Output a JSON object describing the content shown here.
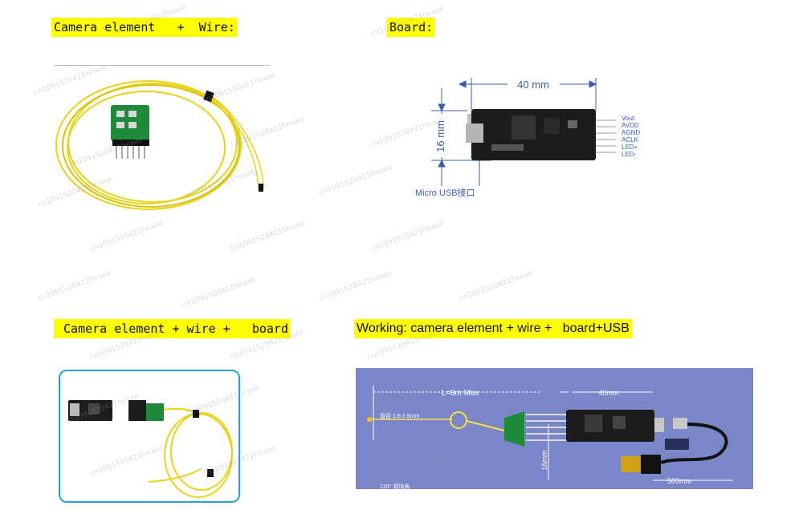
{
  "labels": {
    "camera_wire": "Camera element   +  Wire:",
    "board": "Board:",
    "camera_wire_board": " Camera element + wire +   board",
    "working": "Working: camera element + wire +   board+USB"
  },
  "board_photo": {
    "width_label": "40 mm",
    "height_label": "16 mm",
    "usb_label": "Micro USB接口",
    "pins": [
      "Vout",
      "AVDD",
      "AGND",
      "ACLK",
      "LED+",
      "LED-"
    ]
  },
  "working_photo": {
    "length_label": "L=8m Max",
    "board_width_label": "40mm",
    "board_height_label": "16mm",
    "cable_label": "500mm",
    "lens_label": "直径 1.6-2.8mm",
    "fov_label": "120° 视场角"
  },
  "watermark": "cn1091520421heaae",
  "colors": {
    "label_bg": "#ffff00",
    "wire": "#e8d21a",
    "pcb": "#1c1c1c",
    "blue_bg": "#7b86c9"
  }
}
